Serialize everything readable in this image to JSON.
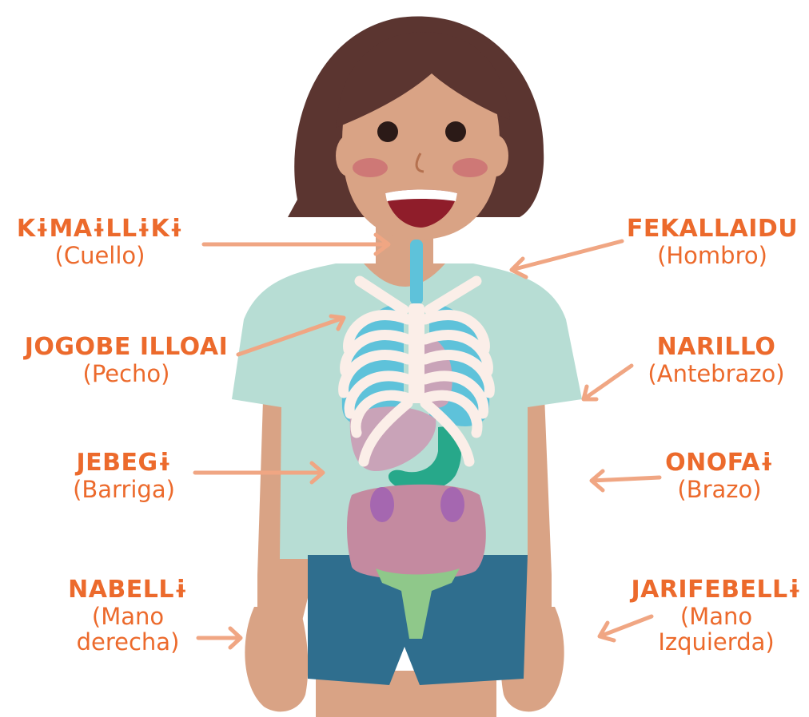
{
  "colors": {
    "label": "#ec6a2c",
    "arrow": "#f0a683",
    "skin": "#d9a385",
    "hair": "#5b3530",
    "shirt": "#b7ddd4",
    "shorts": "#2f6e8e",
    "lungs": "#5ec2da",
    "ribs": "#fbeee8",
    "liver": "#c9a3b8",
    "stomach": "#27a88a",
    "intestine": "#c48aa0",
    "kidney": "#a567b0",
    "uterus": "#8fc88a"
  },
  "labels": [
    {
      "id": "neck",
      "title": "KɨMAɨLLɨKɨ",
      "sub": "(Cuello)"
    },
    {
      "id": "shoulder",
      "title": "FEKALLAIDU",
      "sub": "(Hombro)"
    },
    {
      "id": "chest",
      "title": "JOGOBE ILLOAI",
      "sub": "(Pecho)"
    },
    {
      "id": "forearm",
      "title": "NARILLO",
      "sub": "(Antebrazo)"
    },
    {
      "id": "belly",
      "title": "JEBEGɨ",
      "sub": "(Barriga)"
    },
    {
      "id": "arm",
      "title": "ONOFAɨ",
      "sub": "(Brazo)"
    },
    {
      "id": "right_hand",
      "title": "NABELLɨ",
      "sub": "(Mano derecha)"
    },
    {
      "id": "left_hand",
      "title": "JARIFEBELLɨ",
      "sub": "(Mano Izquierda)"
    }
  ]
}
